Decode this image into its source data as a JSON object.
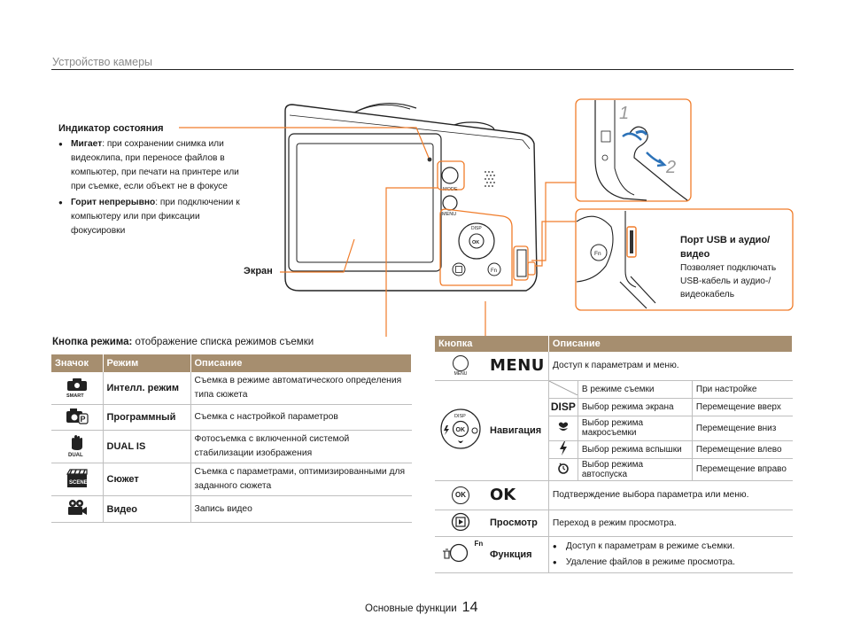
{
  "section_title": "Устройство камеры",
  "status_indicator": {
    "heading": "Индикатор состояния",
    "items": [
      {
        "term": "Мигает",
        "text": ": при сохранении снимка или видеоклипа, при переносе файлов в компьютер, при печати на принтере или при съемке, если объект не в фокусе"
      },
      {
        "term": "Горит непрерывно",
        "text": ": при подключении к компьютеру или при фиксации фокусировки"
      }
    ]
  },
  "screen_label": "Экран",
  "usb": {
    "heading": "Порт USB и аудио/ видео",
    "text": "Позволяет подключать USB-кабель и аудио-/ видеокабель"
  },
  "strap_steps": [
    "1",
    "2"
  ],
  "mode_button": {
    "title_bold": "Кнопка режима:",
    "title_rest": " отображение списка режимов съемки"
  },
  "mode_table": {
    "headers": [
      "Значок",
      "Режим",
      "Описание"
    ],
    "rows": [
      {
        "icon": "smart-auto-icon",
        "name": "Интелл. режим",
        "desc": "Съемка в режиме автоматического определения типа сюжета"
      },
      {
        "icon": "program-icon",
        "name": "Программный",
        "desc": "Съемка с настройкой параметров"
      },
      {
        "icon": "dual-is-icon",
        "name": "DUAL IS",
        "desc": "Фотосъемка с включенной системой стабилизации изображения"
      },
      {
        "icon": "scene-icon",
        "name": "Сюжет",
        "desc": "Съемка с параметрами, оптимизированными для заданного сюжета"
      },
      {
        "icon": "video-icon",
        "name": "Видео",
        "desc": "Запись видео"
      }
    ]
  },
  "button_table": {
    "headers": [
      "Кнопка",
      "Описание"
    ],
    "menu": {
      "icon_label": "MENU",
      "name": "MENU",
      "desc": "Доступ к параметрам и меню."
    },
    "nav": {
      "name": "Навигация",
      "col_shoot": "В режиме съемки",
      "col_setup": "При настройке",
      "rows": [
        {
          "icon": "disp-icon",
          "label": "DISP",
          "shoot": "Выбор режима экрана",
          "setup": "Перемещение вверх"
        },
        {
          "icon": "macro-icon",
          "label": "",
          "shoot": "Выбор режима макросъемки",
          "setup": "Перемещение вниз"
        },
        {
          "icon": "flash-icon",
          "label": "",
          "shoot": "Выбор режима вспышки",
          "setup": "Перемещение влево"
        },
        {
          "icon": "timer-icon",
          "label": "",
          "shoot": "Выбор режима автоспуска",
          "setup": "Перемещение вправо"
        }
      ],
      "dial_label_top": "DISP",
      "dial_label_center": "OK"
    },
    "ok": {
      "name": "OK",
      "icon_label": "OK",
      "desc": "Подтверждение выбора параметра или меню."
    },
    "playback": {
      "name": "Просмотр",
      "desc": "Переход в режим просмотра."
    },
    "function": {
      "name": "Функция",
      "icon_label": "Fn",
      "items": [
        "Доступ к параметрам в режиме съемки.",
        "Удаление файлов в режиме просмотра."
      ]
    }
  },
  "camera_labels": {
    "mode": "MODE",
    "menu": "MENU",
    "disp": "DISP",
    "ok": "OK",
    "fn": "Fn"
  },
  "footer": {
    "text": "Основные функции",
    "page": "14"
  },
  "colors": {
    "accent": "#f07c2a",
    "header_bg": "#a68e6f",
    "strap": "#2c72b8"
  }
}
